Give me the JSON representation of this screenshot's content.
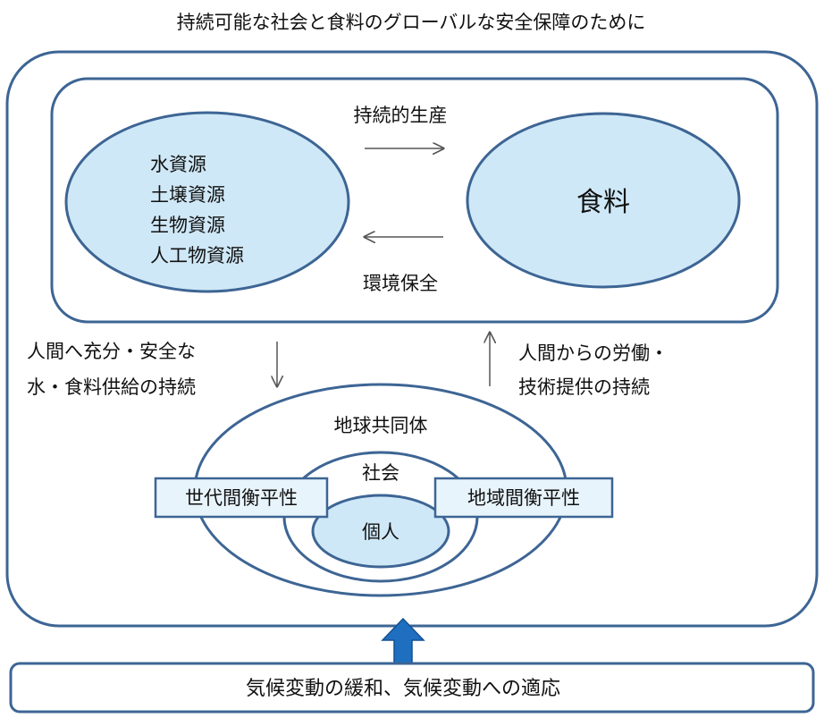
{
  "title": "持続可能な社会と食料のグローバルな安全保障のために",
  "colors": {
    "outline": "#3d6594",
    "fill_light_blue": "#cfe8f7",
    "arrow_blue": "#1f6fc1",
    "arrow_gray": "#666666",
    "text": "#111111"
  },
  "resources": {
    "lines": [
      "水資源",
      "土壌資源",
      "生物資源",
      "人工物資源"
    ]
  },
  "food": {
    "label": "食料"
  },
  "arrows": {
    "sustainable_production": "持続的生産",
    "environmental_conservation": "環境保全"
  },
  "supply": {
    "lines": [
      "人間へ充分・安全な",
      "水・食料供給の持続"
    ]
  },
  "labor": {
    "lines": [
      "人間からの労働・",
      "技術提供の持続"
    ]
  },
  "community": {
    "global": "地球共同体",
    "society": "社会",
    "individual": "個人"
  },
  "equity": {
    "generational": "世代間衡平性",
    "regional": "地域間衡平性"
  },
  "climate": {
    "label": "気候変動の緩和、気候変動への適応"
  }
}
